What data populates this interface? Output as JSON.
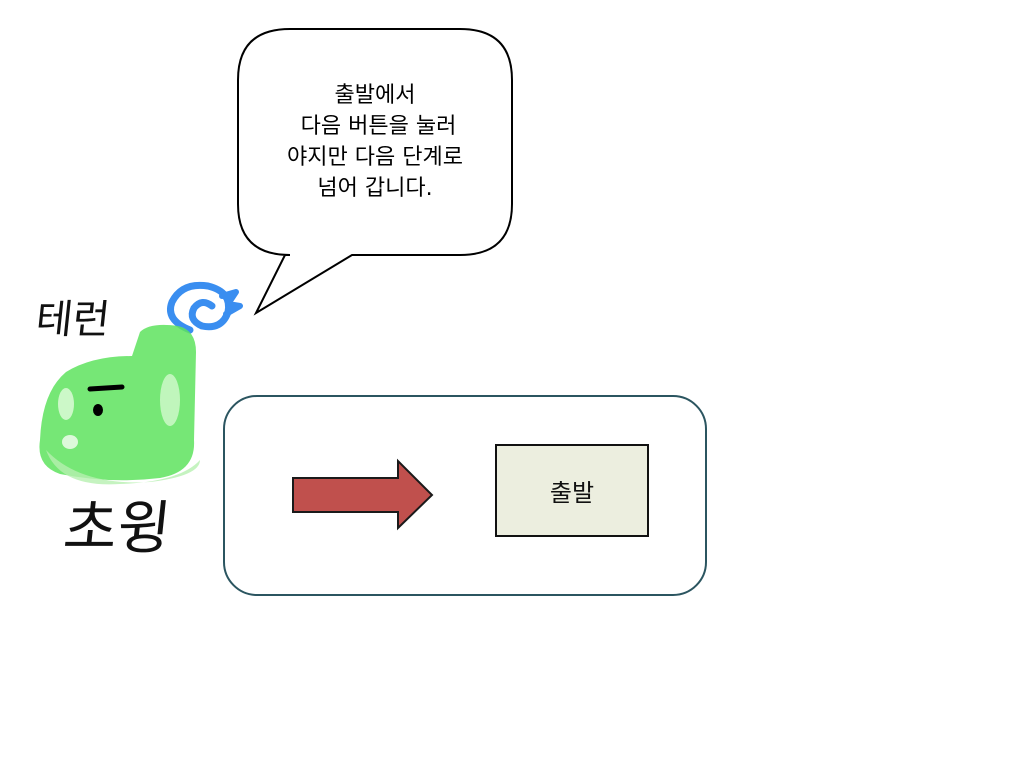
{
  "speech_bubble": {
    "lines": [
      "출발에서",
      " 다음 버튼을 눌러",
      "야지만 다음 단계로",
      "넘어 갑니다."
    ]
  },
  "character": {
    "top_label": "테런",
    "bottom_label": "초윙"
  },
  "panel": {
    "start_button_label": "출발"
  },
  "colors": {
    "arrow_fill": "#c0504d",
    "arrow_stroke": "#1a1a1a",
    "button_bg": "#eceedf",
    "panel_border": "#2b5560",
    "character_green": "#5ee35e",
    "character_blue": "#3a8ef0"
  }
}
